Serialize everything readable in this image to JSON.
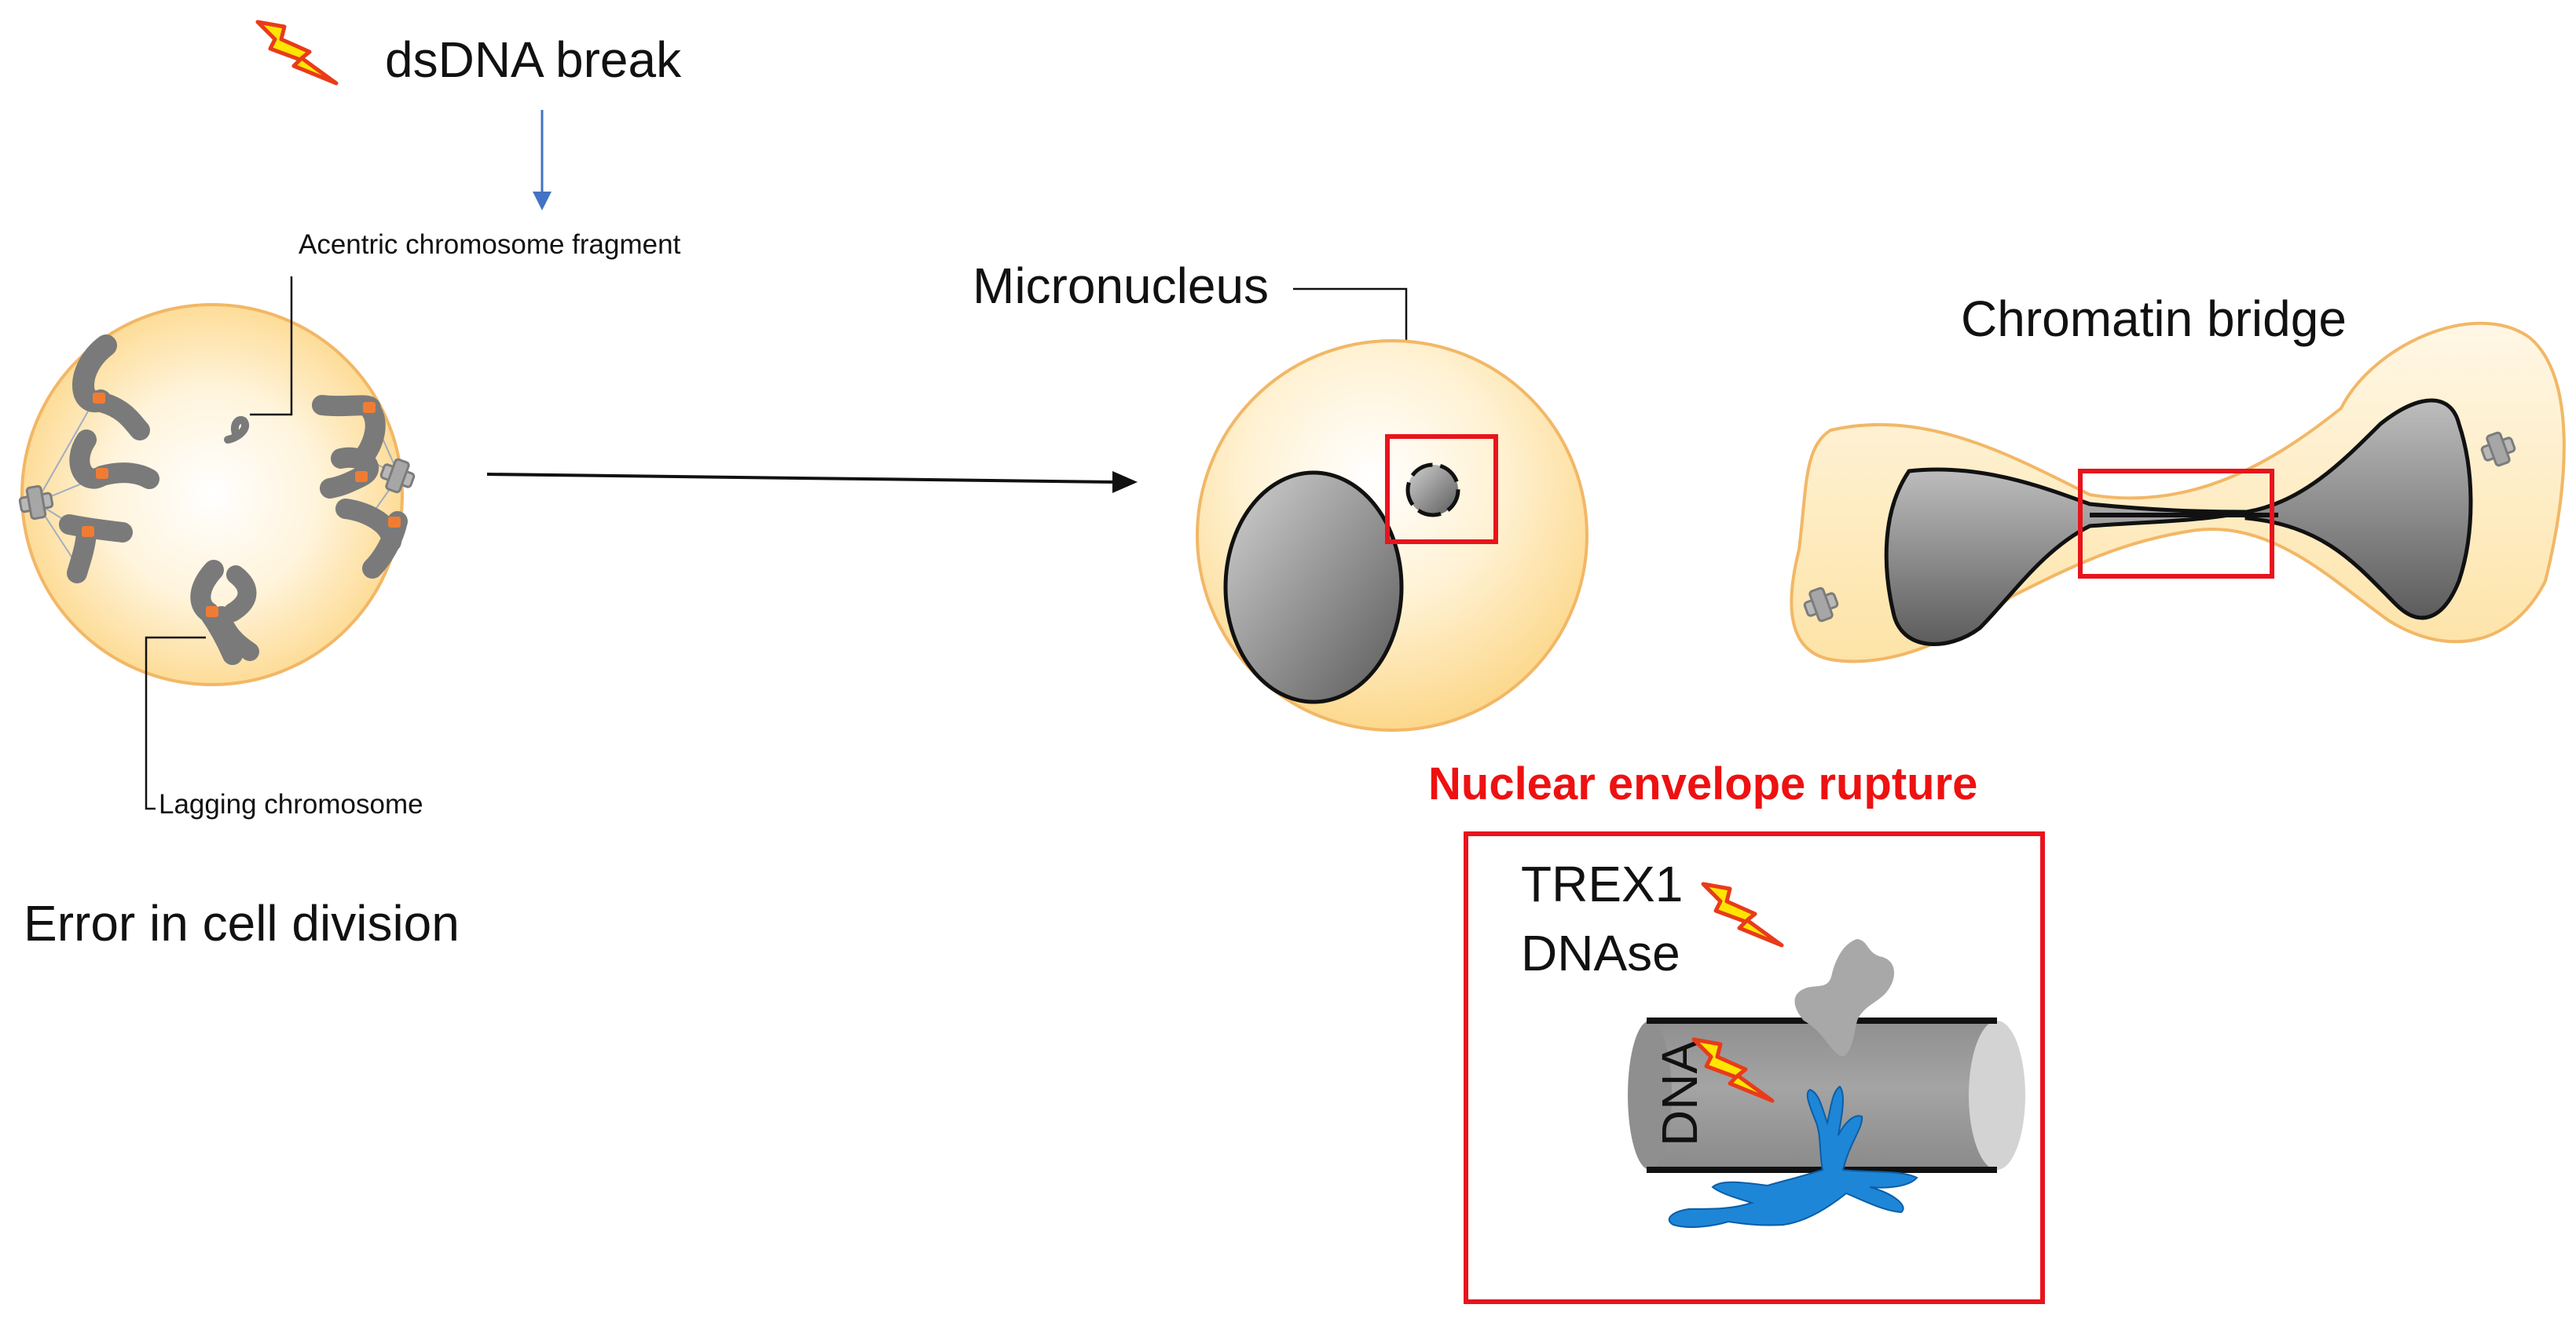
{
  "labels": {
    "dsdna_break": "dsDNA break",
    "acentric_fragment": "Acentric chromosome fragment",
    "lagging_chromosome": "Lagging chromosome",
    "error_in_cell_division": "Error in cell division",
    "micronucleus": "Micronucleus",
    "chromatin_bridge": "Chromatin bridge",
    "nuclear_envelope_rupture": "Nuclear envelope rupture",
    "trex1_line1": "TREX1",
    "trex1_line2": "DNAse",
    "dna": "DNA"
  },
  "colors": {
    "cell_fill": "#fde7b4",
    "cell_edge": "#f2b766",
    "nucleus": "#808080",
    "chromosome": "#7a7a7a",
    "kinetochore": "#f07c34",
    "highlight_box": "#e8141c",
    "arrow_blue": "#4472c4",
    "lightning": "#ffe500",
    "lightning_edge": "#e83b1a",
    "dna_blue": "#1e86d6"
  },
  "icons": [
    "lightning-bolt-icon",
    "centrosome-icon"
  ]
}
